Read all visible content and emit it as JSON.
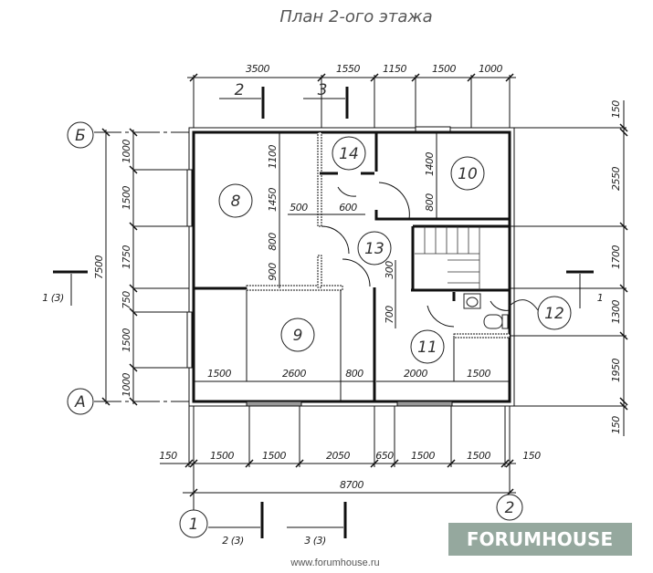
{
  "title": "План 2-ого этажа",
  "top_dims": [
    "3500",
    "1550",
    "1150",
    "1500",
    "1000"
  ],
  "right_dims": [
    "150",
    "2550",
    "1700",
    "1300",
    "1950",
    "150"
  ],
  "left_dims": [
    "1000",
    "1500",
    "1750",
    "750",
    "1500",
    "1000"
  ],
  "left_total": "7500",
  "bottom_dims": [
    "150",
    "1500",
    "1500",
    "2050",
    "650",
    "1500",
    "1500",
    "150"
  ],
  "bottom_total": "8700",
  "inner_dims": {
    "room8": [
      "1100",
      "1450",
      "800",
      "900"
    ],
    "room14": [
      "500",
      "600"
    ],
    "room9": [
      "1500",
      "2600",
      "800"
    ],
    "room10": [
      "1400",
      "800"
    ],
    "room11": [
      "2000",
      "1500"
    ],
    "corr": [
      "300",
      "700"
    ]
  },
  "rooms": [
    "8",
    "9",
    "10",
    "11",
    "12",
    "13",
    "14"
  ],
  "axes": {
    "b": "Б",
    "a": "А",
    "one": "1",
    "two": "2"
  },
  "sections": {
    "top2": "2",
    "top3": "3",
    "left": "1 (3)",
    "right": "1",
    "bot2": "2 (3)",
    "bot3": "3 (3)"
  },
  "watermark": "FORUMHOUSE",
  "url": "www.forumhouse.ru"
}
